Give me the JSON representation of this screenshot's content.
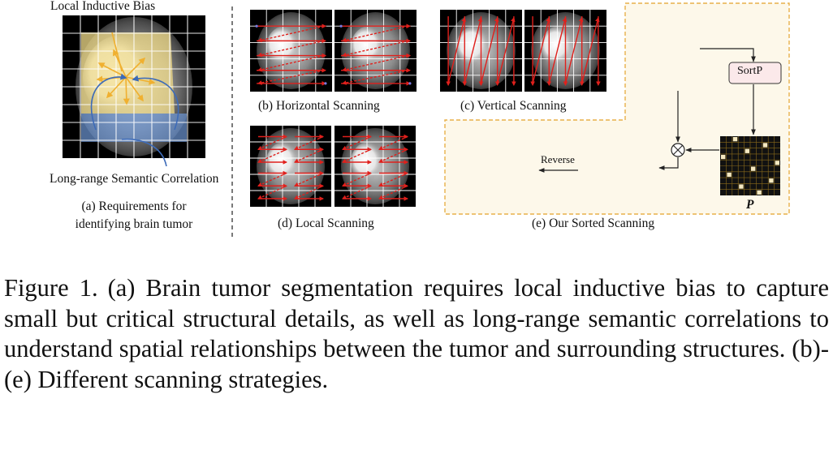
{
  "panel_a": {
    "top_label": "Local Inductive Bias",
    "bottom_label": "Long-range Semantic Correlation",
    "caption_line1": "(a)  Requirements for",
    "caption_line2": "identifying brain tumor"
  },
  "panel_b": {
    "caption": "(b) Horizontal Scanning"
  },
  "panel_c": {
    "caption": "(c) Vertical Scanning"
  },
  "panel_d": {
    "caption": "(d) Local Scanning"
  },
  "panel_e": {
    "caption": "(e) Our Sorted Scanning",
    "sortp_label": "SortP",
    "reverse_label": "Reverse",
    "matrix_label": "P",
    "multiply_symbol": "⊗"
  },
  "figure_caption": {
    "number": "Figure 1.",
    "text": "(a) Brain tumor segmentation requires local inductive bias to capture small but critical structural details, as well as long-range semantic correlations to understand spatial relationships between the tumor and surrounding structures.  (b)-(e) Different scanning strategies."
  },
  "colors": {
    "scan_arrow": "#e0201c",
    "tumor_yellow": "#f2dc8a",
    "correlation_blue": "#4a78c0",
    "dashed_box": "#e8b04a",
    "panel_bg": "#fdf8ea",
    "sortp_box": "#fbe9ea"
  }
}
